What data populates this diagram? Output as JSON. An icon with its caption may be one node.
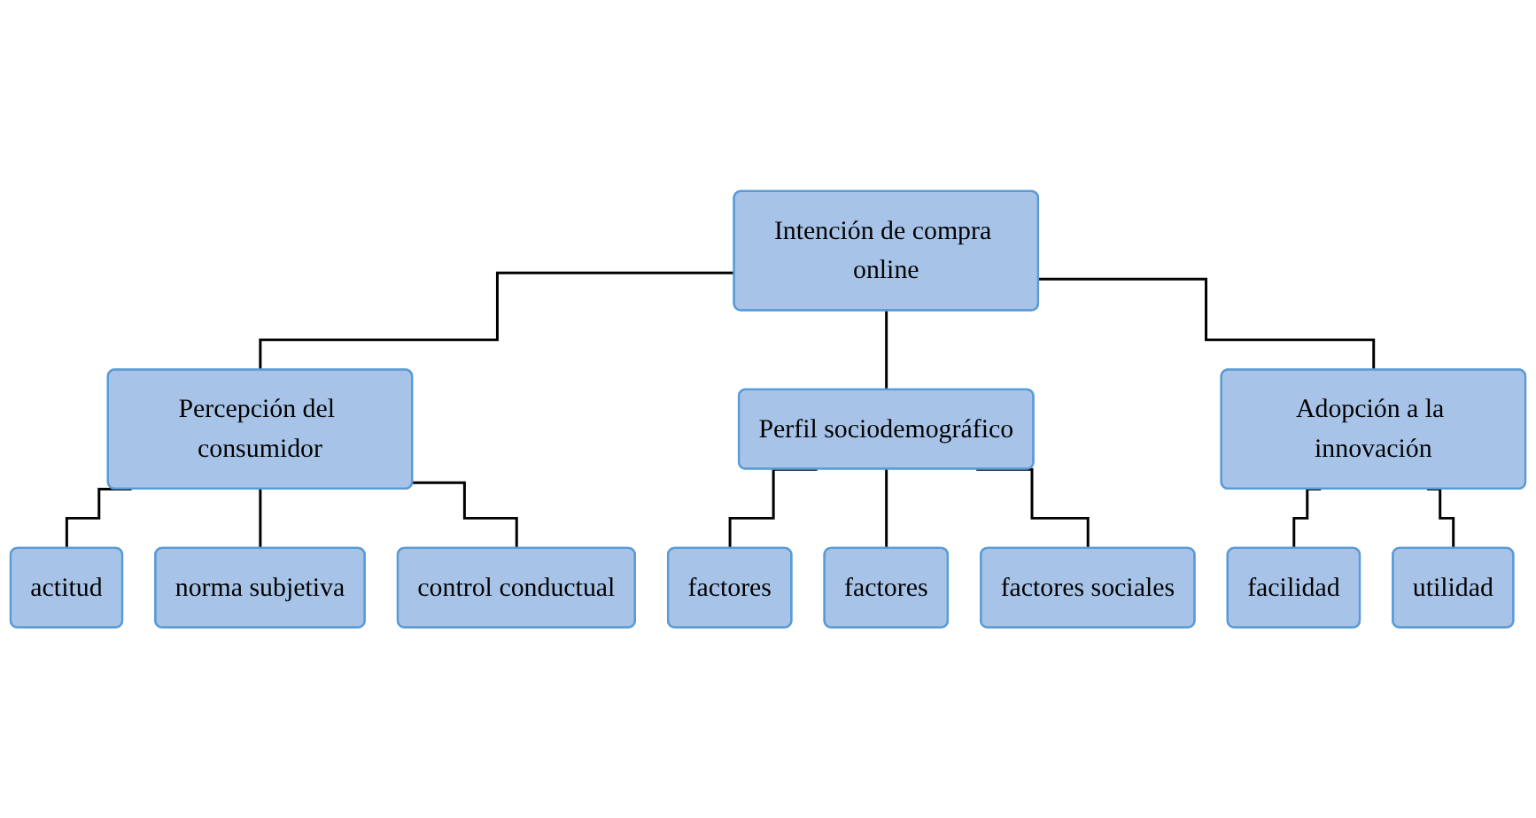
{
  "diagram": {
    "nodes": [
      {
        "text": [
          "Intención de compra online"
        ]
      },
      {
        "text": [
          "Percepción del consumidor"
        ]
      },
      {
        "text": [
          "actitud"
        ]
      },
      {
        "text": [
          "norma subjetiva"
        ]
      },
      {
        "text": [
          "control conductual"
        ]
      },
      {
        "text": [
          "Perfil sociodemográfico"
        ]
      },
      {
        "text": [
          "factores"
        ]
      },
      {
        "text": [
          "factores"
        ]
      },
      {
        "text": [
          "factores sociales"
        ]
      },
      {
        "text": [
          "Adopción a la innovación"
        ]
      },
      {
        "text": [
          "facilidad"
        ]
      },
      {
        "text": [
          "utilidad"
        ]
      }
    ],
    "edges": [
      {
        "from": 0,
        "to": 1,
        "arrow": "none"
      },
      {
        "from": 0,
        "to": 5,
        "arrow": "none"
      },
      {
        "from": 0,
        "to": 9,
        "arrow": "none"
      },
      {
        "from": 1,
        "to": 2,
        "arrow": "none"
      },
      {
        "from": 1,
        "to": 3,
        "arrow": "none"
      },
      {
        "from": 1,
        "to": 4,
        "arrow": "none"
      },
      {
        "from": 5,
        "to": 6,
        "arrow": "none"
      },
      {
        "from": 5,
        "to": 7,
        "arrow": "none"
      },
      {
        "from": 5,
        "to": 8,
        "arrow": "none"
      },
      {
        "from": 9,
        "to": 10,
        "arrow": "none"
      },
      {
        "from": 9,
        "to": 11,
        "arrow": "none"
      }
    ]
  }
}
